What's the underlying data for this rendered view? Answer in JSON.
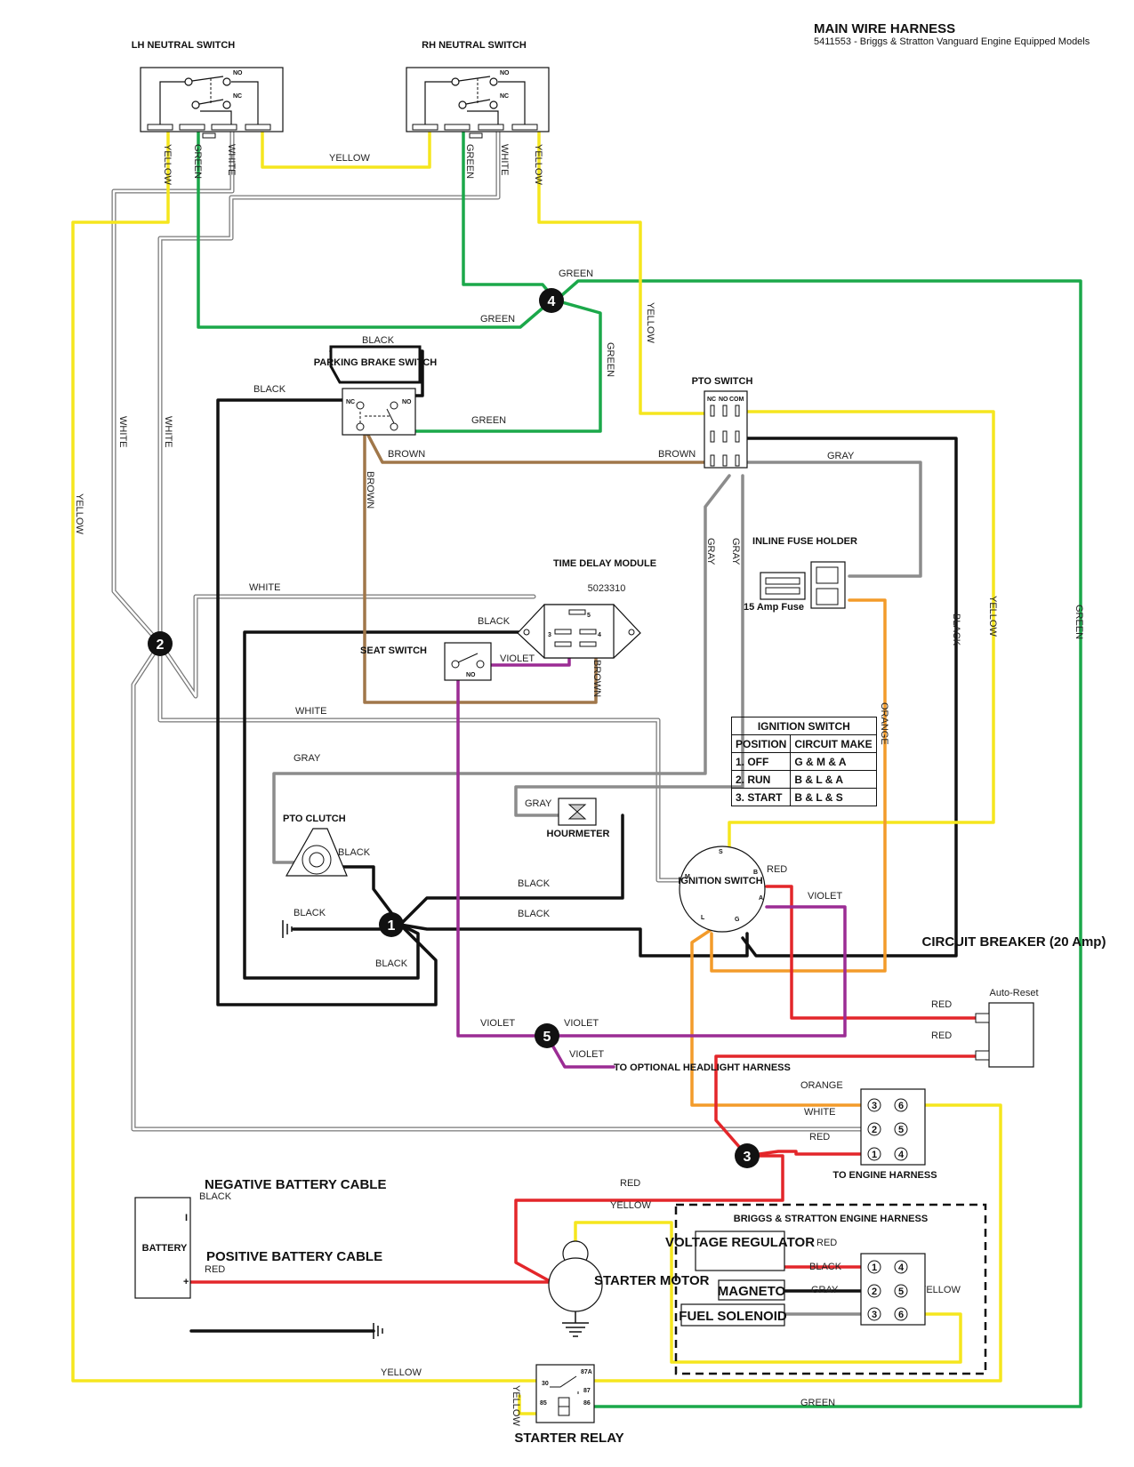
{
  "header": {
    "title": "MAIN WIRE HARNESS",
    "subtitle": "5411553 - Briggs & Stratton Vanguard Engine Equipped Models"
  },
  "components": {
    "lh_neutral_switch": "LH NEUTRAL SWITCH",
    "rh_neutral_switch": "RH NEUTRAL SWITCH",
    "parking_brake_switch": "PARKING BRAKE SWITCH",
    "pto_switch": "PTO SWITCH",
    "inline_fuse_holder": "INLINE FUSE HOLDER",
    "fuse_rating": "15 Amp Fuse",
    "time_delay_module": "TIME DELAY MODULE",
    "time_delay_part": "5023310",
    "seat_switch": "SEAT SWITCH",
    "pto_clutch": "PTO CLUTCH",
    "hourmeter": "HOURMETER",
    "ignition_switch": "IGNITION SWITCH",
    "circuit_breaker": "CIRCUIT BREAKER (20 Amp)",
    "circuit_breaker_note": "Auto-Reset",
    "to_engine_harness": "TO ENGINE HARNESS",
    "to_optional_headlight": "TO OPTIONAL HEADLIGHT HARNESS",
    "negative_battery_cable": "NEGATIVE BATTERY CABLE",
    "positive_battery_cable": "POSITIVE BATTERY CABLE",
    "battery": "BATTERY",
    "starter_motor": "STARTER MOTOR",
    "starter_relay": "STARTER RELAY",
    "engine_harness_box": "BRIGGS & STRATTON ENGINE HARNESS",
    "voltage_regulator": "VOLTAGE REGULATOR",
    "magneto": "MAGNETO",
    "fuel_solenoid": "FUEL SOLENOID"
  },
  "terminal_labels": {
    "no": "NO",
    "nc": "NC",
    "com": "COM",
    "s": "S",
    "b": "B",
    "a": "A",
    "m": "M",
    "l": "L",
    "g": "G",
    "t30": "30",
    "t87a": "87A",
    "t87": "87",
    "t85": "85",
    "t86": "86",
    "t3": "3",
    "t4": "4",
    "t5": "5",
    "minus": "I",
    "plus": "+",
    "c1": "1",
    "c2": "2",
    "c3": "3",
    "c4": "4",
    "c5": "5",
    "c6": "6"
  },
  "nodes": [
    "1",
    "2",
    "3",
    "4",
    "5"
  ],
  "wire_labels": {
    "yellow": "YELLOW",
    "green": "GREEN",
    "white": "WHITE",
    "black": "BLACK",
    "brown": "BROWN",
    "gray": "GRAY",
    "orange": "ORANGE",
    "red": "RED",
    "violet": "VIOLET"
  },
  "ignition_table": {
    "title": "IGNITION SWITCH",
    "headers": [
      "POSITION",
      "CIRCUIT MAKE"
    ],
    "rows": [
      [
        "1. OFF",
        "G & M & A"
      ],
      [
        "2. RUN",
        "B & L & A"
      ],
      [
        "3. START",
        "B & L & S"
      ]
    ]
  },
  "colors": {
    "yellow": "#f5e61e",
    "green": "#1ba84a",
    "white": "#8a8a8a",
    "black": "#111111",
    "brown": "#a0774a",
    "gray": "#8c8c8c",
    "orange": "#f39b2a",
    "red": "#e3262a",
    "violet": "#9b2c94"
  }
}
